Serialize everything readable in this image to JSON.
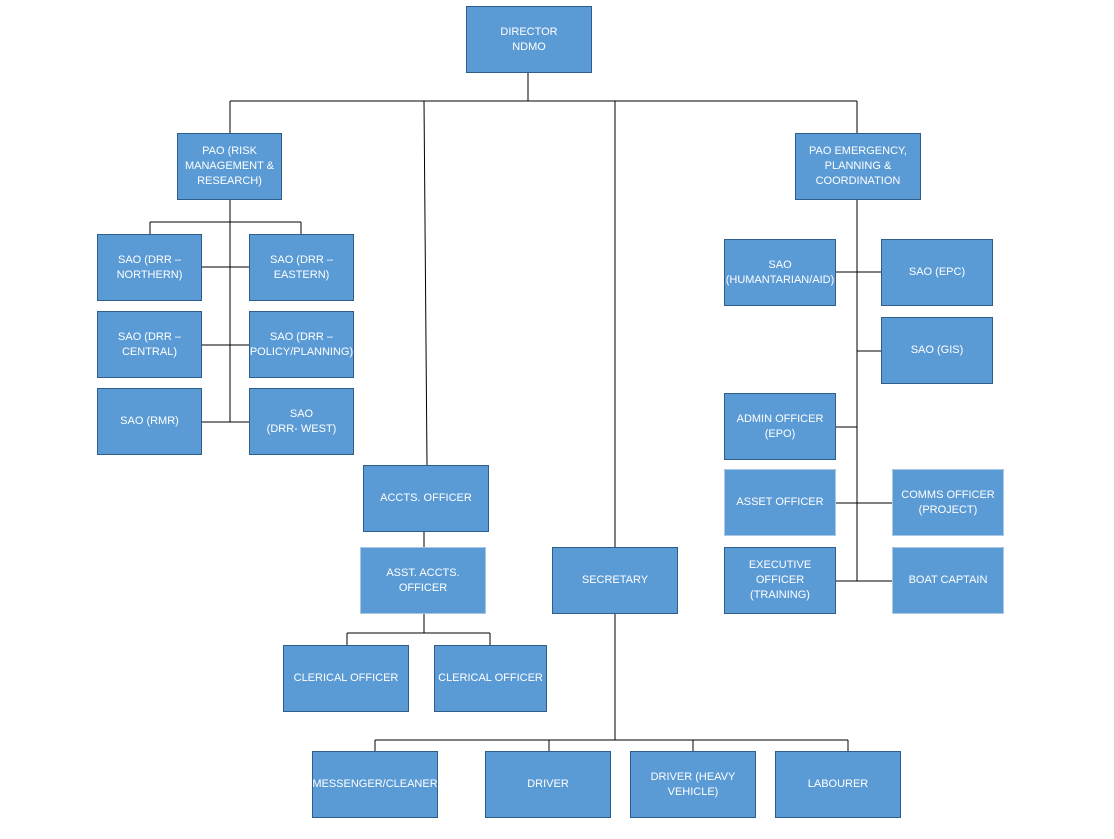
{
  "org_chart": {
    "director": "DIRECTOR\nNDMO",
    "pao_risk": "PAO (RISK\nMANAGEMENT &\nRESEARCH)",
    "sao_drr_northern": "SAO (DRR –\nNORTHERN)",
    "sao_drr_eastern": "SAO (DRR –\nEASTERN)",
    "sao_drr_central": "SAO (DRR –\nCENTRAL)",
    "sao_drr_policy": "SAO (DRR –\nPOLICY/PLANNING)",
    "sao_rmr": "SAO (RMR)",
    "sao_drr_west": "SAO\n(DRR- WEST)",
    "accts_officer": "ACCTS. OFFICER",
    "asst_accts_officer": "ASST. ACCTS. OFFICER",
    "clerical_officer_1": "CLERICAL OFFICER",
    "clerical_officer_2": "CLERICAL OFFICER",
    "secretary": "SECRETARY",
    "messenger_cleaner": "MESSENGER/CLEANER",
    "driver": "DRIVER",
    "driver_heavy": "DRIVER (HEAVY\nVEHICLE)",
    "labourer": "LABOURER",
    "pao_emergency": "PAO EMERGENCY,\nPLANNING &\nCOORDINATION",
    "sao_humanitarian": "SAO\n(HUMANTARIAN/AID)",
    "sao_epc": "SAO (EPC)",
    "sao_gis": "SAO (GIS)",
    "admin_officer": "ADMIN OFFICER\n(EPO)",
    "asset_officer": "ASSET OFFICER",
    "comms_officer": "COMMS OFFICER\n(PROJECT)",
    "executive_officer": "EXECUTIVE OFFICER\n(TRAINING)",
    "boat_captain": "BOAT CAPTAIN"
  },
  "colors": {
    "box_fill": "#5b9bd5",
    "box_border": "#2f5e8c",
    "connector": "#000000",
    "text": "#ffffff"
  }
}
